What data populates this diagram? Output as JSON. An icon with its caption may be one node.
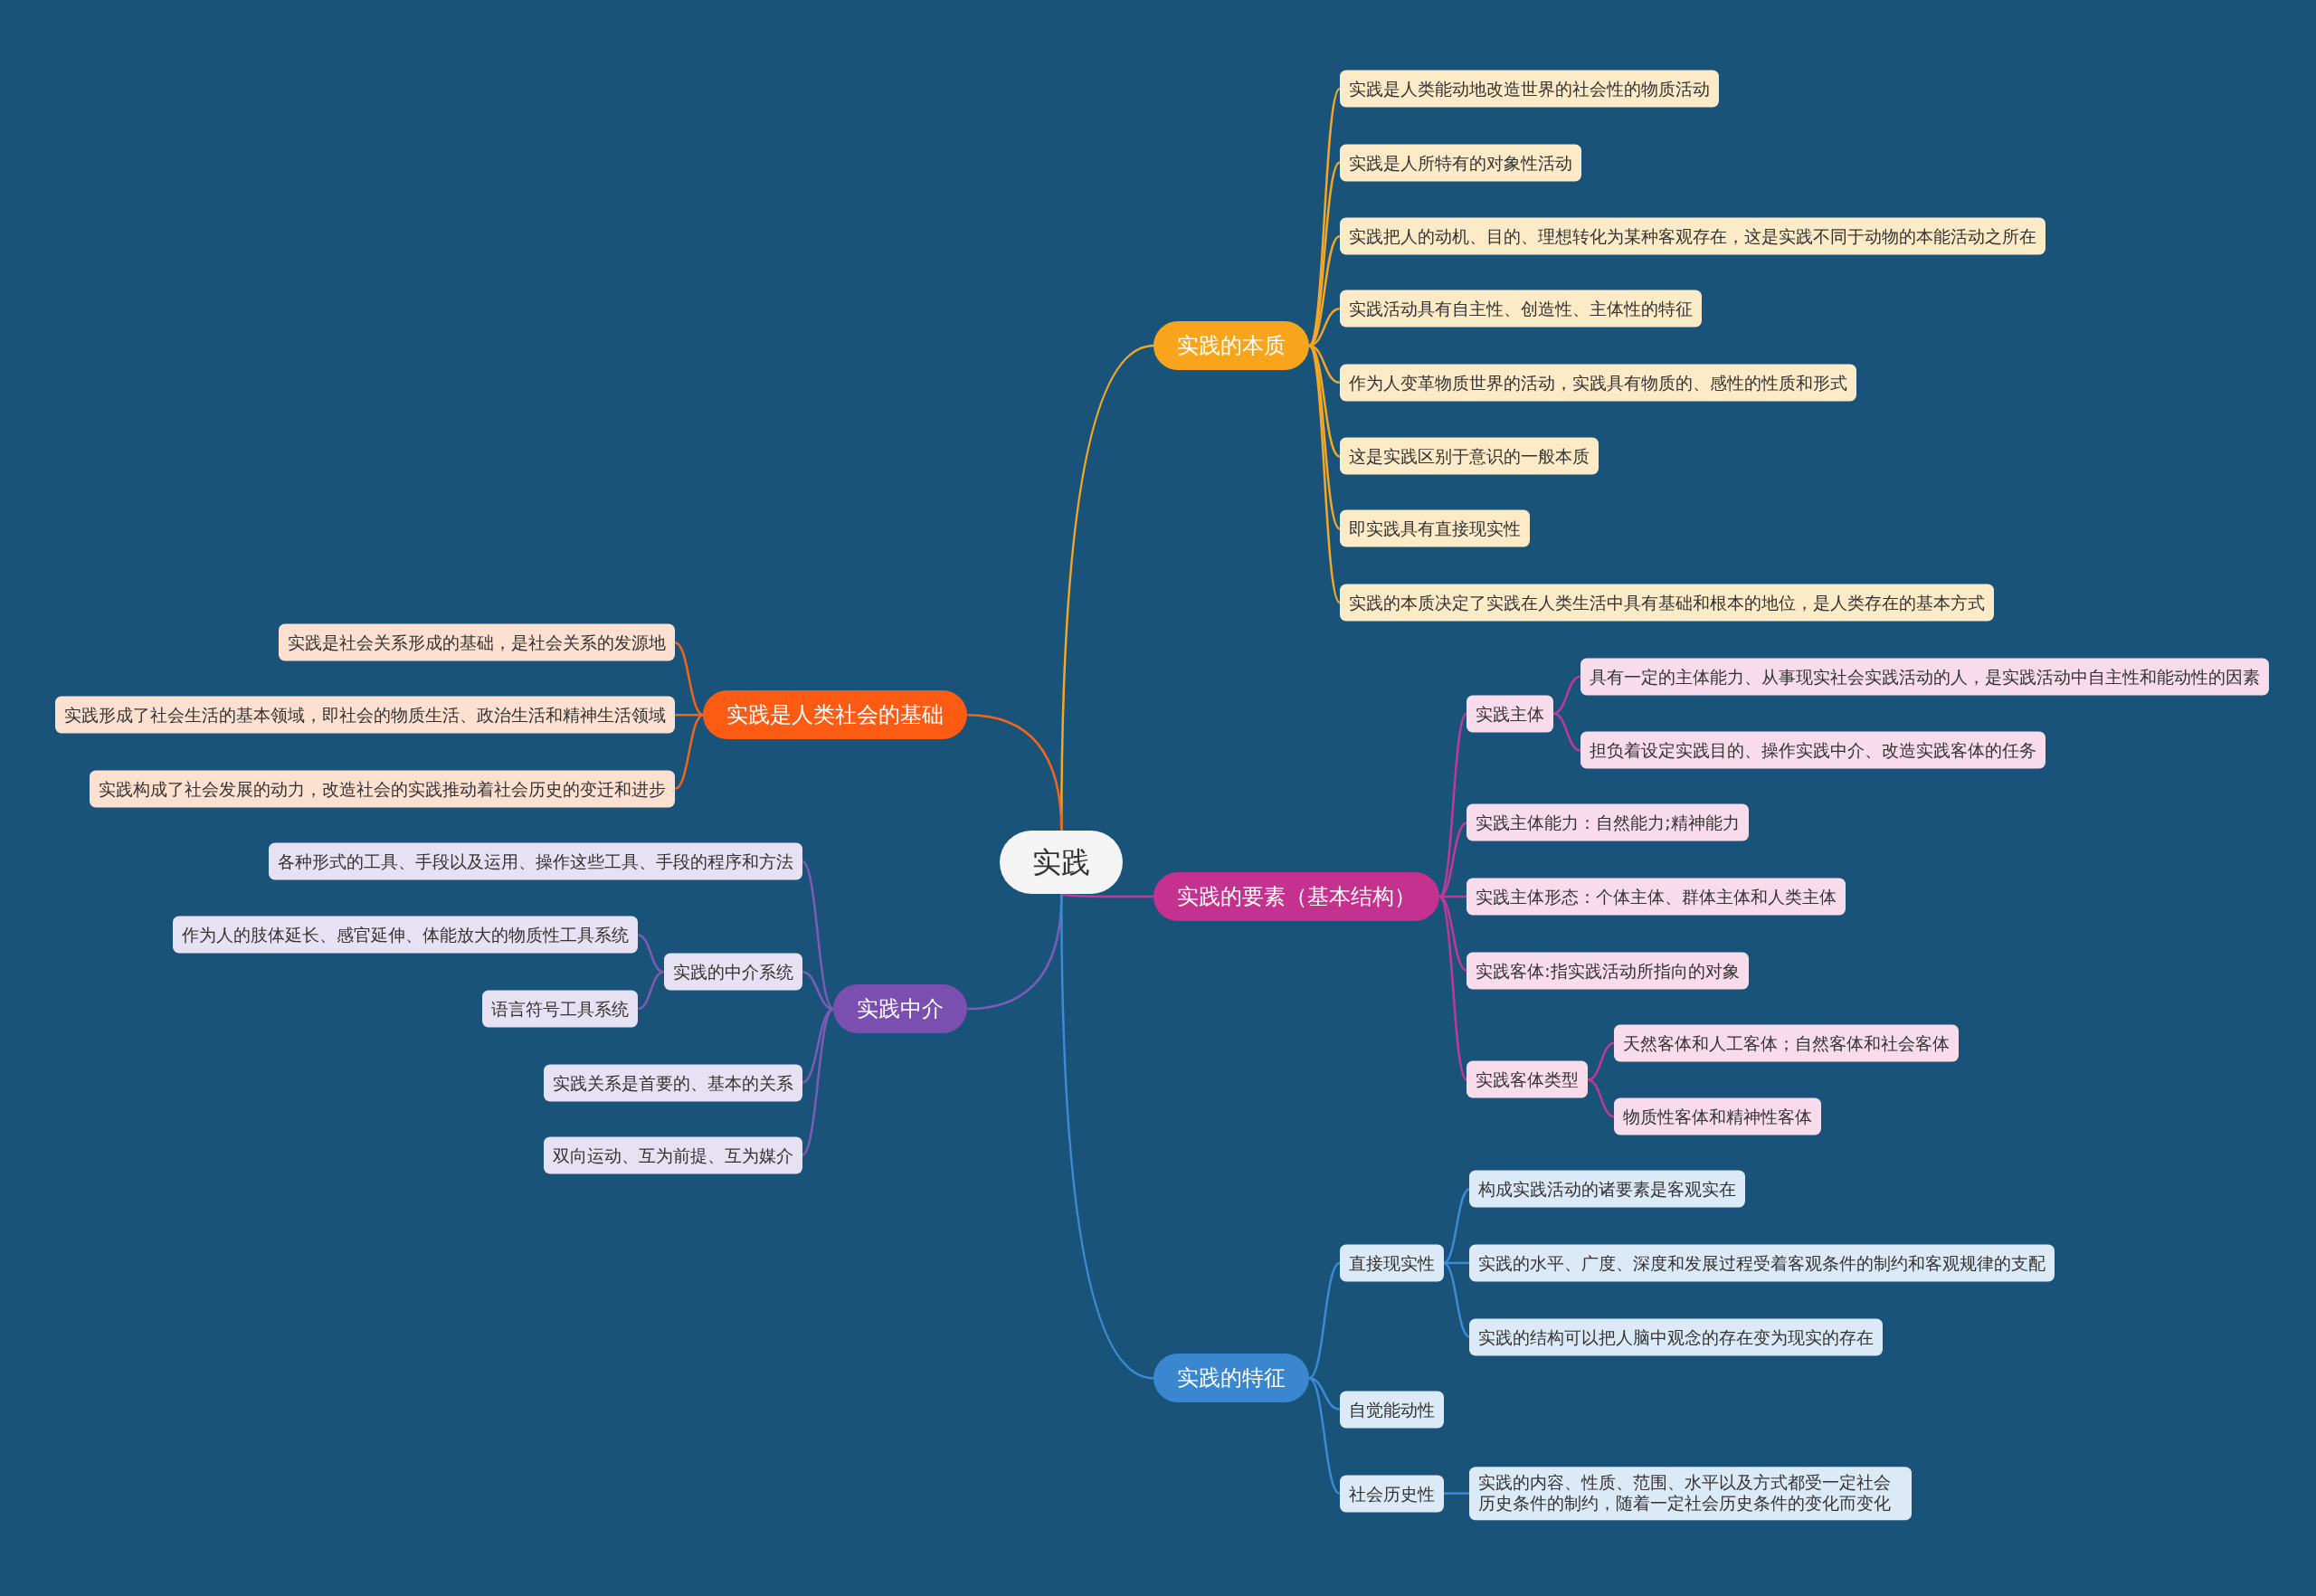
{
  "diagram": {
    "nodes": [
      {
        "text": [
          "实践"
        ]
      },
      {
        "text": [
          "实践的本质"
        ]
      },
      {
        "text": [
          "实践是人类能动地改造世界的社会性的物质活动"
        ]
      },
      {
        "text": [
          "实践是人所特有的对象性活动"
        ]
      },
      {
        "text": [
          "实践把人的动机、目的、理想转化为某种客观存在，这是实践不同于动物的本能活动之所在"
        ]
      },
      {
        "text": [
          "实践活动具有自主性、创造性、主体性的特征"
        ]
      },
      {
        "text": [
          "作为人变革物质世界的活动，实践具有物质的、感性的性质和形式"
        ]
      },
      {
        "text": [
          "这是实践区别于意识的一般本质"
        ]
      },
      {
        "text": [
          "即实践具有直接现实性"
        ]
      },
      {
        "text": [
          "实践的本质决定了实践在人类生活中具有基础和根本的地位，是人类存在的基本方式"
        ]
      },
      {
        "text": [
          "实践是人类社会的基础"
        ]
      },
      {
        "text": [
          "实践是社会关系形成的基础，是社会关系的发源地"
        ]
      },
      {
        "text": [
          "实践形成了社会生活的基本领域，即社会的物质生活、政治生活和精神生活领域"
        ]
      },
      {
        "text": [
          "实践构成了社会发展的动力，改造社会的实践推动着社会历史的变迁和进步"
        ]
      },
      {
        "text": [
          "实践的要素（基本结构）"
        ]
      },
      {
        "text": [
          "实践主体"
        ]
      },
      {
        "text": [
          "具有一定的主体能力、从事现实社会实践活动的人，是实践活动中自主性和能动性的因素"
        ]
      },
      {
        "text": [
          "担负着设定实践目的、操作实践中介、改造实践客体的任务"
        ]
      },
      {
        "text": [
          "实践主体能力：自然能力;精神能力"
        ]
      },
      {
        "text": [
          "实践主体形态：个体主体、群体主体和人类主体"
        ]
      },
      {
        "text": [
          "实践客体:指实践活动所指向的对象"
        ]
      },
      {
        "text": [
          "实践客体类型"
        ]
      },
      {
        "text": [
          "天然客体和人工客体；自然客体和社会客体"
        ]
      },
      {
        "text": [
          "物质性客体和精神性客体"
        ]
      },
      {
        "text": [
          "实践中介"
        ]
      },
      {
        "text": [
          "各种形式的工具、手段以及运用、操作这些工具、手段的程序和方法"
        ]
      },
      {
        "text": [
          "实践的中介系统"
        ]
      },
      {
        "text": [
          "作为人的肢体延长、感官延伸、体能放大的物质性工具系统"
        ]
      },
      {
        "text": [
          "语言符号工具系统"
        ]
      },
      {
        "text": [
          "实践关系是首要的、基本的关系"
        ]
      },
      {
        "text": [
          "双向运动、互为前提、互为媒介"
        ]
      },
      {
        "text": [
          "实践的特征"
        ]
      },
      {
        "text": [
          "直接现实性"
        ]
      },
      {
        "text": [
          "构成实践活动的诸要素是客观实在"
        ]
      },
      {
        "text": [
          "实践的水平、广度、深度和发展过程受着客观条件的制约和客观规律的支配"
        ]
      },
      {
        "text": [
          "实践的结构可以把人脑中观念的存在变为现实的存在"
        ]
      },
      {
        "text": [
          "自觉能动性"
        ]
      },
      {
        "text": [
          "社会历史性"
        ]
      },
      {
        "text": [
          "实践的内容、性质、范围、水平以及方式都受一定社会历史条件的制约，随着一定社会历史条件的变化而变化"
        ]
      }
    ],
    "edges": [
      {
        "from": 0,
        "to": 1,
        "arrow": "none",
        "color": "#f5a623"
      },
      {
        "from": 1,
        "to": 2,
        "arrow": "none",
        "color": "#f5a623"
      },
      {
        "from": 1,
        "to": 3,
        "arrow": "none",
        "color": "#f5a623"
      },
      {
        "from": 1,
        "to": 4,
        "arrow": "none",
        "color": "#f5a623"
      },
      {
        "from": 1,
        "to": 5,
        "arrow": "none",
        "color": "#f5a623"
      },
      {
        "from": 1,
        "to": 6,
        "arrow": "none",
        "color": "#f5a623"
      },
      {
        "from": 1,
        "to": 7,
        "arrow": "none",
        "color": "#f5a623"
      },
      {
        "from": 1,
        "to": 8,
        "arrow": "none",
        "color": "#f5a623"
      },
      {
        "from": 1,
        "to": 9,
        "arrow": "none",
        "color": "#f5a623"
      },
      {
        "from": 0,
        "to": 10,
        "arrow": "none",
        "color": "#f2651a"
      },
      {
        "from": 10,
        "to": 11,
        "arrow": "none",
        "color": "#f2651a"
      },
      {
        "from": 10,
        "to": 12,
        "arrow": "none",
        "color": "#f2651a"
      },
      {
        "from": 10,
        "to": 13,
        "arrow": "none",
        "color": "#f2651a"
      },
      {
        "from": 0,
        "to": 14,
        "arrow": "none",
        "color": "#c0399a"
      },
      {
        "from": 14,
        "to": 15,
        "arrow": "none",
        "color": "#c0399a"
      },
      {
        "from": 15,
        "to": 16,
        "arrow": "none",
        "color": "#c0399a"
      },
      {
        "from": 15,
        "to": 17,
        "arrow": "none",
        "color": "#c0399a"
      },
      {
        "from": 14,
        "to": 18,
        "arrow": "none",
        "color": "#c0399a"
      },
      {
        "from": 14,
        "to": 19,
        "arrow": "none",
        "color": "#c0399a"
      },
      {
        "from": 14,
        "to": 20,
        "arrow": "none",
        "color": "#c0399a"
      },
      {
        "from": 14,
        "to": 21,
        "arrow": "none",
        "color": "#c0399a"
      },
      {
        "from": 21,
        "to": 22,
        "arrow": "none",
        "color": "#c0399a"
      },
      {
        "from": 21,
        "to": 23,
        "arrow": "none",
        "color": "#c0399a"
      },
      {
        "from": 0,
        "to": 24,
        "arrow": "none",
        "color": "#7e5bb5"
      },
      {
        "from": 24,
        "to": 25,
        "arrow": "none",
        "color": "#7e5bb5"
      },
      {
        "from": 24,
        "to": 26,
        "arrow": "none",
        "color": "#7e5bb5"
      },
      {
        "from": 26,
        "to": 27,
        "arrow": "none",
        "color": "#7e5bb5"
      },
      {
        "from": 26,
        "to": 28,
        "arrow": "none",
        "color": "#7e5bb5"
      },
      {
        "from": 24,
        "to": 29,
        "arrow": "none",
        "color": "#7e5bb5"
      },
      {
        "from": 24,
        "to": 30,
        "arrow": "none",
        "color": "#7e5bb5"
      },
      {
        "from": 0,
        "to": 31,
        "arrow": "none",
        "color": "#3d8bd4"
      },
      {
        "from": 31,
        "to": 32,
        "arrow": "none",
        "color": "#3d8bd4"
      },
      {
        "from": 32,
        "to": 33,
        "arrow": "none",
        "color": "#3d8bd4"
      },
      {
        "from": 32,
        "to": 34,
        "arrow": "none",
        "color": "#3d8bd4"
      },
      {
        "from": 32,
        "to": 35,
        "arrow": "none",
        "color": "#3d8bd4"
      },
      {
        "from": 31,
        "to": 36,
        "arrow": "none",
        "color": "#3d8bd4"
      },
      {
        "from": 31,
        "to": 37,
        "arrow": "none",
        "color": "#3d8bd4"
      },
      {
        "from": 37,
        "to": 38,
        "arrow": "none",
        "color": "#3d8bd4"
      }
    ]
  }
}
